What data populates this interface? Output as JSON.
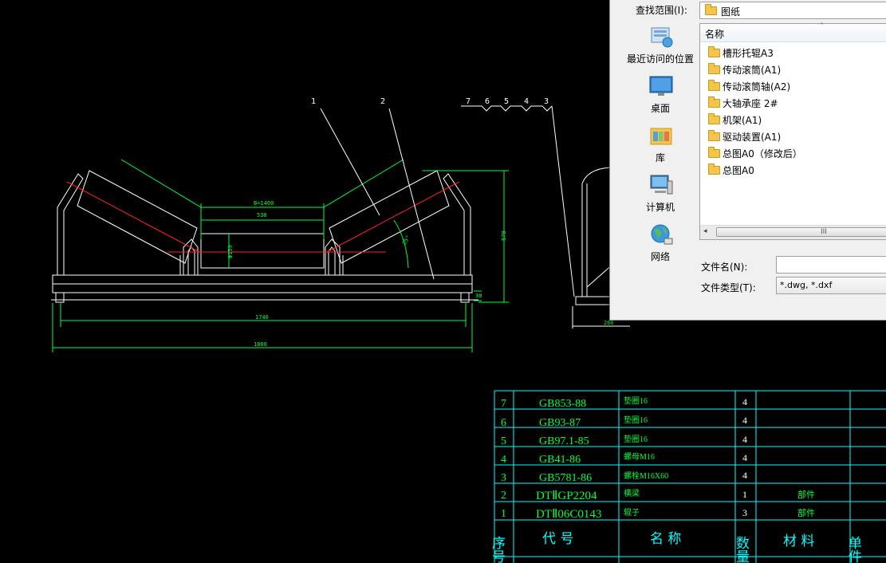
{
  "drawing": {
    "callouts": [
      "1",
      "2",
      "7",
      "6",
      "5",
      "4",
      "3"
    ],
    "dims": {
      "b_label": "B=1400",
      "roll_len": "530",
      "diameter": "Φ159",
      "angle": "35°",
      "height": "570",
      "width_inner": "1740",
      "width_outer": "1800",
      "side_small": "260",
      "side_h": "30"
    }
  },
  "dialog": {
    "look_in_label": "查找范围(I):",
    "look_in_value": "图纸",
    "places": [
      {
        "label": "最近访问的位置",
        "icon": "recent-places-icon"
      },
      {
        "label": "桌面",
        "icon": "desktop-icon"
      },
      {
        "label": "库",
        "icon": "library-icon"
      },
      {
        "label": "计算机",
        "icon": "computer-icon"
      },
      {
        "label": "网络",
        "icon": "network-icon"
      }
    ],
    "list_header": "名称",
    "files": [
      "槽形托辊A3",
      "传动滚筒(A1)",
      "传动滚筒轴(A2)",
      "大轴承座 2#",
      "机架(A1)",
      "驱动装置(A1)",
      "总图A0（修改后）",
      "总图A0"
    ],
    "scroll_grip": "III",
    "filename_label": "文件名(N):",
    "filename_value": "",
    "filetype_label": "文件类型(T):",
    "filetype_value": "*.dwg, *.dxf"
  },
  "parts_table": {
    "headers": {
      "seq": "序号",
      "code": "代 号",
      "name": "名 称",
      "qty": "数量",
      "material": "材 料",
      "unit_mass": "单件质"
    },
    "rows": [
      {
        "seq": "7",
        "code": "GB853-88",
        "name": "垫圈16",
        "qty": "4",
        "material": ""
      },
      {
        "seq": "6",
        "code": "GB93-87",
        "name": "垫圈16",
        "qty": "4",
        "material": ""
      },
      {
        "seq": "5",
        "code": "GB97.1-85",
        "name": "垫圈16",
        "qty": "4",
        "material": ""
      },
      {
        "seq": "4",
        "code": "GB41-86",
        "name": "螺母M16",
        "qty": "4",
        "material": ""
      },
      {
        "seq": "3",
        "code": "GB5781-86",
        "name": "螺栓M16X60",
        "qty": "4",
        "material": ""
      },
      {
        "seq": "2",
        "code": "DTⅡGP2204",
        "name": "横梁",
        "qty": "1",
        "material": "部件"
      },
      {
        "seq": "1",
        "code": "DTⅡ06C0143",
        "name": "辊子",
        "qty": "3",
        "material": "部件"
      }
    ]
  }
}
